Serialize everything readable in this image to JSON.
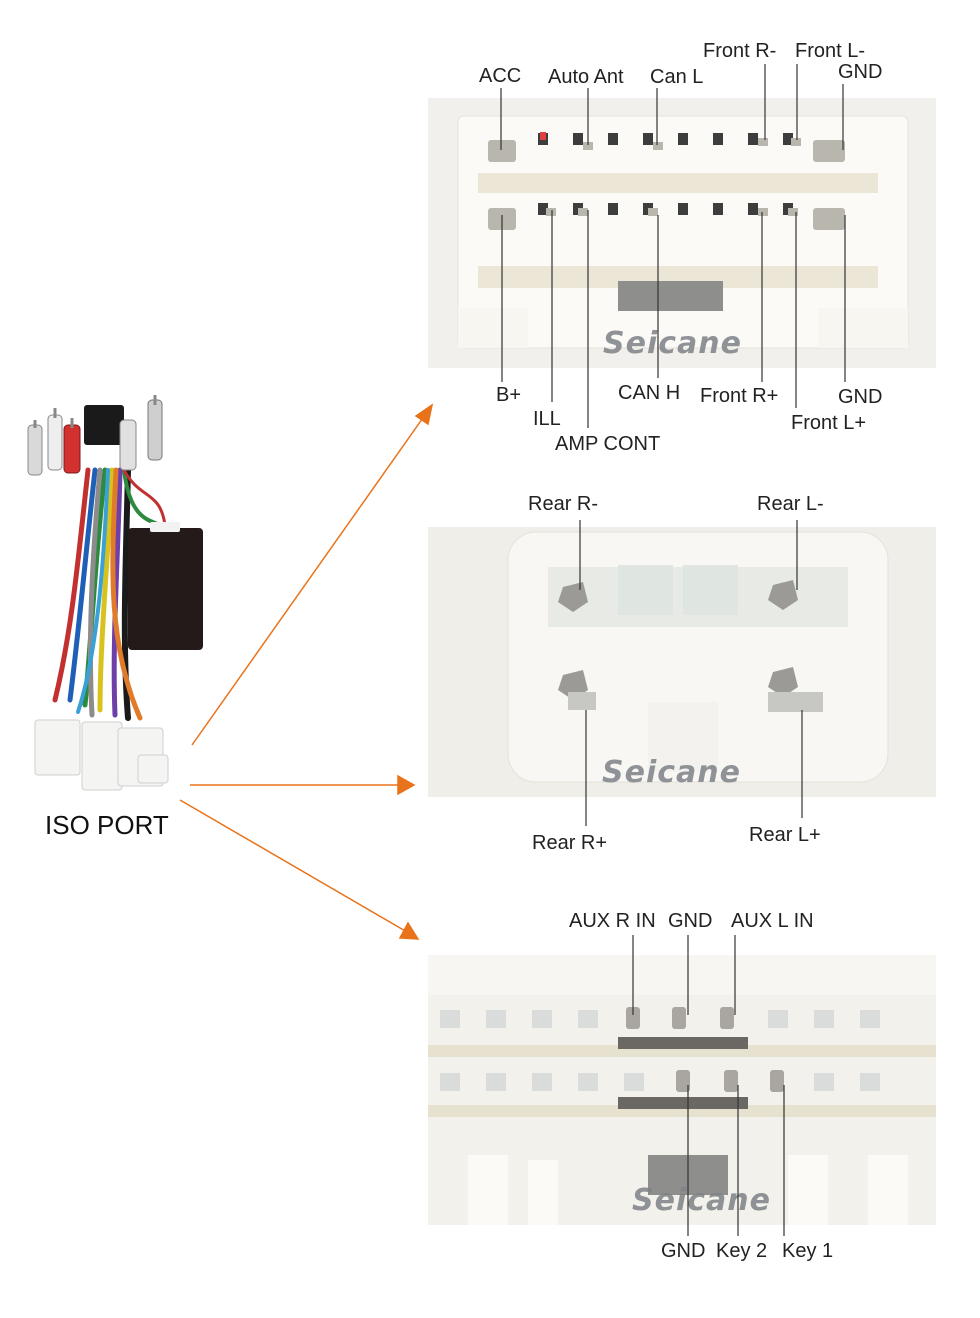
{
  "iso_port_label": "ISO PORT",
  "brand_watermark": "Seicane",
  "connector_1": {
    "top_labels": [
      "ACC",
      "Auto Ant",
      "Can L",
      "Front R-",
      "Front L-",
      "GND"
    ],
    "bottom_labels": [
      "B+",
      "ILL",
      "AMP CONT",
      "CAN H",
      "Front R+",
      "Front L+",
      "GND"
    ]
  },
  "connector_2": {
    "top_labels": [
      "Rear R-",
      "Rear L-"
    ],
    "bottom_labels": [
      "Rear R+",
      "Rear L+"
    ]
  },
  "connector_3": {
    "top_labels": [
      "AUX R IN",
      "GND",
      "AUX L IN"
    ],
    "bottom_labels": [
      "GND",
      "Key 2",
      "Key 1"
    ]
  },
  "colors": {
    "arrow": "#e8731a",
    "panel": "#f1f0ec",
    "housing": "#fbfaf6",
    "pin": "#b9b6ad"
  }
}
